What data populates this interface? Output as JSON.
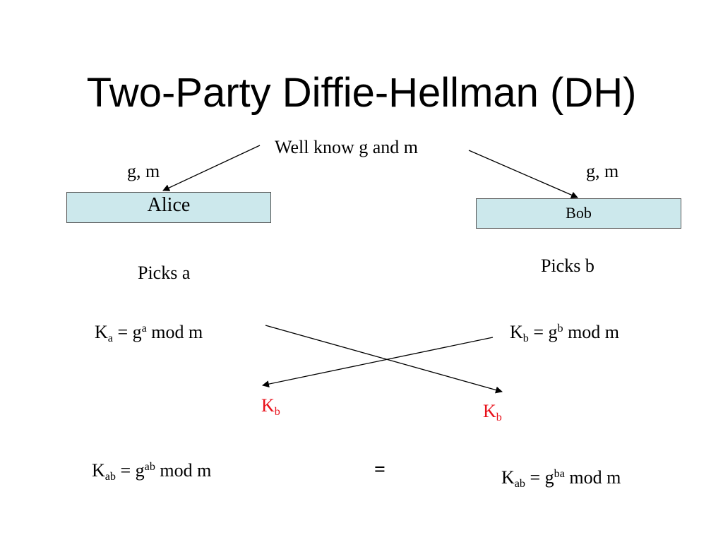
{
  "title": "Two-Party Diffie-Hellman (DH)",
  "note": "Well know g and m",
  "alice": {
    "params": "g, m",
    "name": "Alice",
    "picks": "Picks a",
    "key": {
      "base": "K",
      "sub": "a",
      "mid": " = g",
      "sup": "a",
      "tail": " mod m"
    },
    "received": {
      "base": "K",
      "sub": "b"
    },
    "shared": {
      "base": "K",
      "sub": "ab",
      "mid": " = g",
      "sup": "ab",
      "tail": " mod m"
    }
  },
  "bob": {
    "params": "g, m",
    "name": "Bob",
    "picks": "Picks b",
    "key": {
      "base": "K",
      "sub": "b",
      "mid": " = g",
      "sup": "b",
      "tail": " mod m"
    },
    "received": {
      "base": "K",
      "sub": "b"
    },
    "shared": {
      "base": "K",
      "sub": "ab",
      "mid": " = g",
      "sup": "ba",
      "tail": " mod m"
    }
  },
  "equals": "=",
  "colors": {
    "box_fill": "#cce8ec",
    "highlight": "#e8101a",
    "line": "#000000"
  }
}
